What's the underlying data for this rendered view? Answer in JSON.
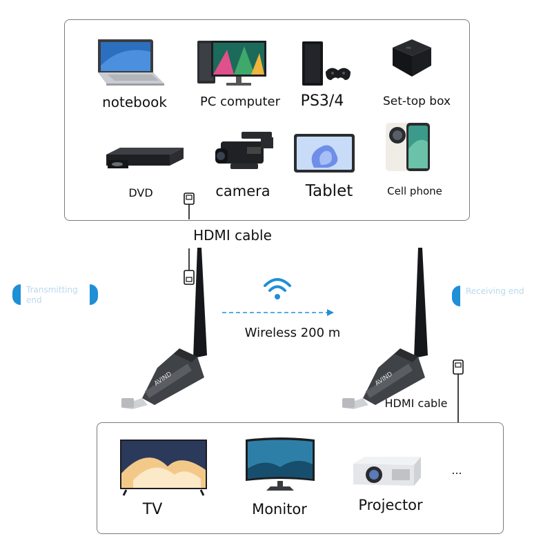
{
  "sources": {
    "items": [
      {
        "label": "notebook"
      },
      {
        "label": "PC computer"
      },
      {
        "label": "PS3/4"
      },
      {
        "label": "Set-top box"
      },
      {
        "label": "DVD"
      },
      {
        "label": "camera"
      },
      {
        "label": "Tablet"
      },
      {
        "label": "Cell phone"
      }
    ]
  },
  "transmitter": {
    "side_label": "Transmitting end",
    "cable_label": "HDMI cable",
    "brand": "AVIND"
  },
  "wireless": {
    "label": "Wireless 200 m"
  },
  "receiver": {
    "side_label": "Receiving end",
    "cable_label": "HDMI cable",
    "brand": "AVIND"
  },
  "displays": {
    "items": [
      {
        "label": "TV"
      },
      {
        "label": "Monitor"
      },
      {
        "label": "Projector"
      }
    ],
    "more": "..."
  },
  "colors": {
    "accent": "#1f8fd6",
    "border": "#7a7a7a",
    "dongle": "#4a4d52"
  }
}
